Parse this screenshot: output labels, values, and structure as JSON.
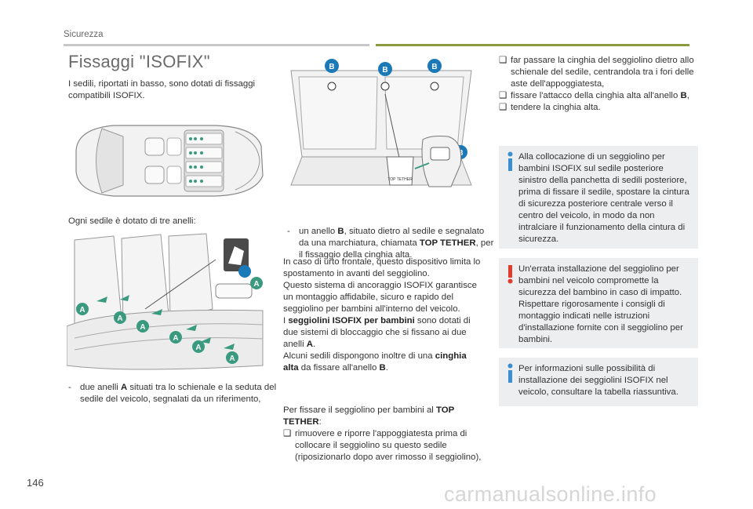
{
  "header": {
    "section": "Sicurezza"
  },
  "title": "Fissaggi \"ISOFIX\"",
  "intro": "I sedili, riportati in basso, sono dotati di fissaggi compatibili ISOFIX.",
  "rings_intro": "Ogni sedile è dotato di tre anelli:",
  "bullet_a": {
    "pre": "due anelli ",
    "bold": "A",
    "post": " situati tra lo schienale e la seduta del sedile del veicolo, segnalati da un riferimento,"
  },
  "bullet_b": {
    "pre": "un anello ",
    "bold1": "B",
    "mid": ", situato dietro al sedile e segnalato da una marchiatura, chiamata ",
    "bold2": "TOP TETHER",
    "post": ", per il fissaggio della cinghia alta."
  },
  "middle": {
    "p1": "In caso di urto frontale, questo dispositivo limita lo spostamento in avanti del seggiolino.",
    "p2": "Questo sistema di ancoraggio ISOFIX garantisce un montaggio affidabile, sicuro e rapido del seggiolino per bambini all'interno del veicolo.",
    "p3_pre": "I ",
    "p3_bold": "seggiolini ISOFIX per bambini",
    "p3_post": " sono dotati di due sistemi di bloccaggio che si fissano ai due anelli ",
    "p3_bold2": "A",
    "p3_end": ".",
    "p4_pre": "Alcuni sedili dispongono inoltre di una ",
    "p4_bold": "cinghia alta",
    "p4_mid": " da fissare all'anello ",
    "p4_bold2": "B",
    "p4_end": ".",
    "tether_pre": "Per fissare il seggiolino per bambini al ",
    "tether_bold": "TOP TETHER",
    "tether_post": ":",
    "step1": "rimuovere e riporre l'appoggiatesta prima di collocare il seggiolino su questo sedile (riposizionarlo dopo aver rimosso il seggiolino),"
  },
  "right": {
    "step2": "far passare la cinghia del seggiolino dietro allo schienale del sedile, centrandola tra i fori delle aste dell'appoggiatesta,",
    "step3_pre": "fissare l'attacco della cinghia alta all'anello ",
    "step3_bold": "B",
    "step3_post": ",",
    "step4": "tendere la cinghia alta.",
    "note1": "Alla collocazione di un seggiolino per bambini ISOFIX sul sedile posteriore sinistro della panchetta di sedili posteriore, prima di fissare il sedile, spostare la cintura di sicurezza posteriore centrale verso il centro del veicolo, in modo da non intralciare il funzionamento della cintura di sicurezza.",
    "warning": "Un'errata installazione del seggiolino per bambini nel veicolo compromette la sicurezza del bambino in caso di impatto. Rispettare rigorosamente i consigli di montaggio indicati nelle istruzioni d'installazione fornite con il seggiolino per bambini.",
    "note2": "Per informazioni sulle possibilità di installazione dei seggiolini ISOFIX nel veicolo, consultare la tabella riassuntiva."
  },
  "figure": {
    "label_a": "A",
    "label_b": "B",
    "top_tether_label": "TOP TETHER"
  },
  "bullet_marks": {
    "dash": "-",
    "step": "❑"
  },
  "colors": {
    "accent_green": "#8a9a3c",
    "badge_blue": "#1b79b8",
    "badge_green": "#3a9a80",
    "info_blue": "#3a8fd0",
    "warn_red": "#e03b2b"
  },
  "page_number": "146",
  "watermark": "carmanualsonline.info"
}
